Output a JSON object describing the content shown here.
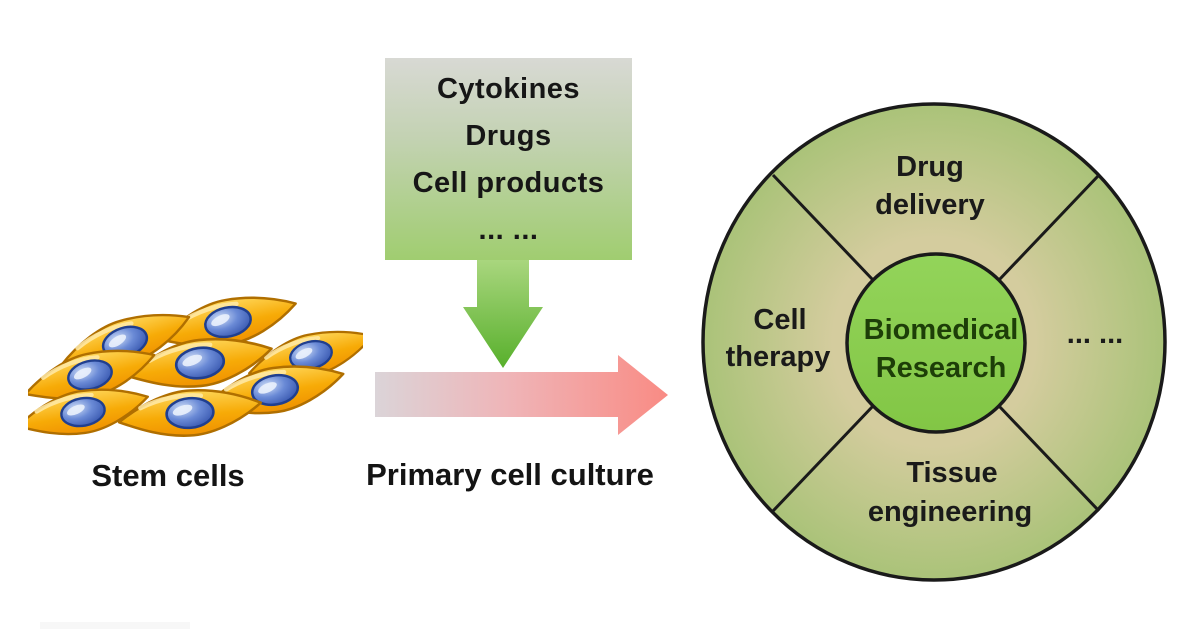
{
  "figure": {
    "description": "Stem cell primary culture workflow diagram"
  },
  "stem_cells": {
    "label": "Stem cells"
  },
  "factors_box": {
    "lines": [
      "Cytokines",
      "Drugs",
      "Cell products",
      "... ..."
    ]
  },
  "process": {
    "label": "Primary cell culture"
  },
  "wheel": {
    "center": {
      "line1": "Biomedical",
      "line2": "Research"
    },
    "sector_top": {
      "line1": "Drug",
      "line2": "delivery"
    },
    "sector_left": {
      "line1": "Cell",
      "line2": "therapy"
    },
    "sector_right": {
      "line1": "... ..."
    },
    "sector_bottom": {
      "line1": "Tissue",
      "line2": "engineering"
    }
  },
  "colors": {
    "box_top": "#d8d9d4",
    "box_bottom": "#a0cd70",
    "green_arrow_start": "#a9d67e",
    "green_arrow_end": "#58b02c",
    "pink_arrow_start": "#dbd4d8",
    "pink_arrow_end": "#f98b84",
    "ring_inner": "#d8d0a2",
    "ring_outer": "#a7c276",
    "hub_green": "#8bce50",
    "hub_text": "#1d3e08",
    "cell_body": "#f5a300",
    "cell_outline": "#b06f00",
    "nucleus_blue": "#2b4aa5",
    "outline_black": "#1a1a1a"
  }
}
